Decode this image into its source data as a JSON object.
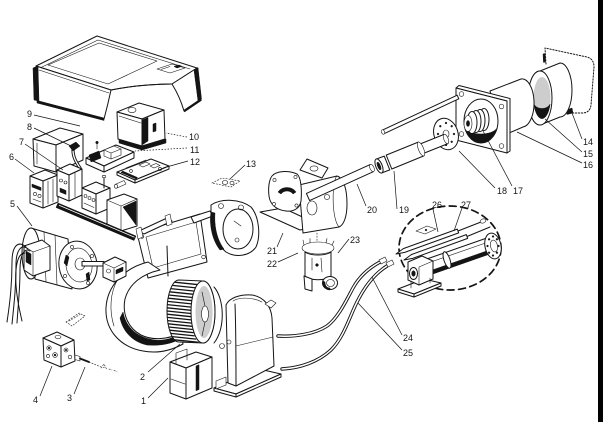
{
  "diagram": {
    "callouts": [
      "1",
      "2",
      "3",
      "4",
      "5",
      "6",
      "7",
      "8",
      "9",
      "10",
      "11",
      "12",
      "13",
      "14",
      "15",
      "16",
      "17",
      "18",
      "19",
      "20",
      "21",
      "22",
      "23",
      "24",
      "25",
      "26",
      "27"
    ]
  },
  "colors": {
    "ink": "#141414",
    "paper": "#ffffff",
    "edge_bar": "#000000"
  }
}
